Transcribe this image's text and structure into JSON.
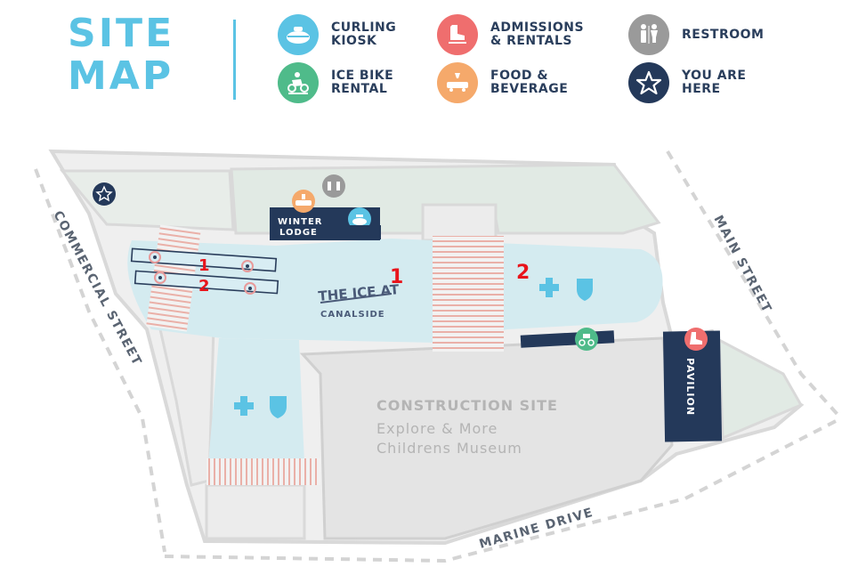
{
  "title": {
    "line1": "SITE",
    "line2": "MAP"
  },
  "legend": [
    {
      "label": "CURLING\nKIOSK",
      "icon": "curling-stone-icon",
      "color": "#5bc3e4"
    },
    {
      "label": "ADMISSIONS\n& RENTALS",
      "icon": "skate-icon",
      "color": "#ef6e6e"
    },
    {
      "label": "RESTROOM",
      "icon": "restroom-icon",
      "color": "#9a9a9a"
    },
    {
      "label": "ICE BIKE\nRENTAL",
      "icon": "ice-bike-icon",
      "color": "#4fbb8a"
    },
    {
      "label": "FOOD &\nBEVERAGE",
      "icon": "food-icon",
      "color": "#f5a96b"
    },
    {
      "label": "YOU ARE\nHERE",
      "icon": "star-icon",
      "color": "#24395a"
    }
  ],
  "map": {
    "streets": {
      "commercial": "COMMERCIAL STREET",
      "main": "MAIN STREET",
      "marine": "MARINE DRIVE"
    },
    "winter_lodge": {
      "line1": "WINTER",
      "line2": "LODGE"
    },
    "pavilion": "PAVILION",
    "construction": {
      "title": "CONSTRUCTION SITE",
      "line1": "Explore & More",
      "line2": "Childrens Museum"
    },
    "logo": {
      "line1": "THE ICE AT",
      "line2": "CANALSIDE"
    },
    "rink_numbers": {
      "main_1": "1",
      "main_2": "2",
      "lane_1": "1",
      "lane_2": "2"
    }
  }
}
